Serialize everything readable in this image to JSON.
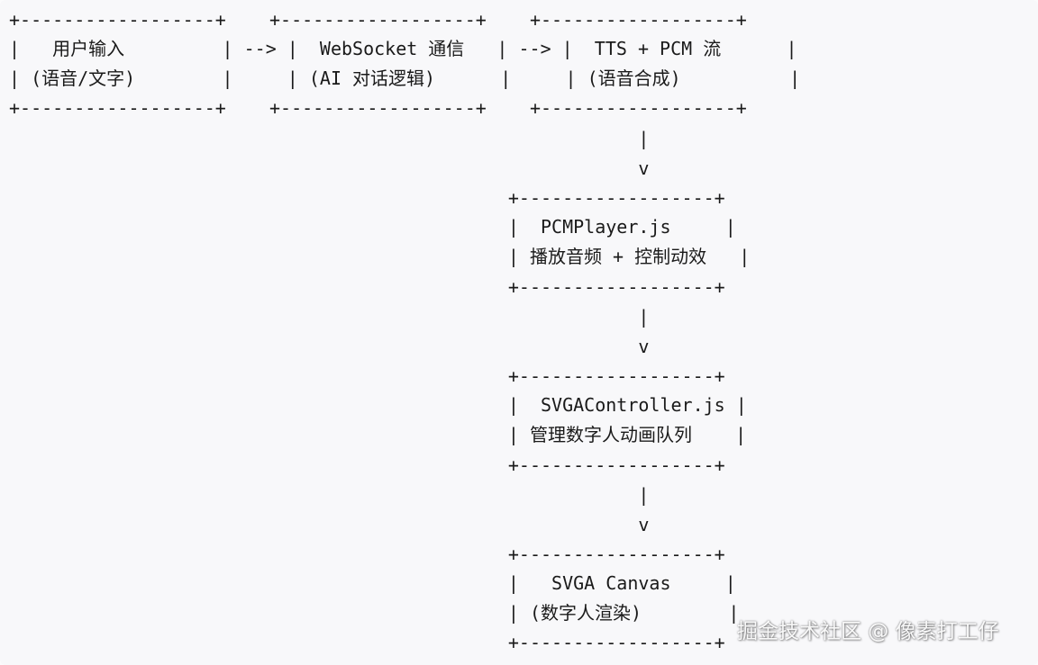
{
  "diagram": {
    "lines": [
      "+------------------+    +------------------+    +------------------+",
      "|   用户输入         | --> |  WebSocket 通信   | --> |  TTS + PCM 流      |",
      "| (语音/文字)        |     | (AI 对话逻辑)      |     | (语音合成)          |",
      "+------------------+    +------------------+    +------------------+",
      "                                                          |",
      "                                                          v",
      "                                              +------------------+",
      "                                              |  PCMPlayer.js     |",
      "                                              | 播放音频 + 控制动效   |",
      "                                              +------------------+",
      "                                                          |",
      "                                                          v",
      "                                              +------------------+",
      "                                              |  SVGAController.js |",
      "                                              | 管理数字人动画队列    |",
      "                                              +------------------+",
      "                                                          |",
      "                                                          v",
      "                                              +------------------+",
      "                                              |   SVGA Canvas     |",
      "                                              | (数字人渲染)        |",
      "                                              +------------------+"
    ]
  },
  "watermark": {
    "text": "掘金技术社区 @ 像素打工仔"
  }
}
